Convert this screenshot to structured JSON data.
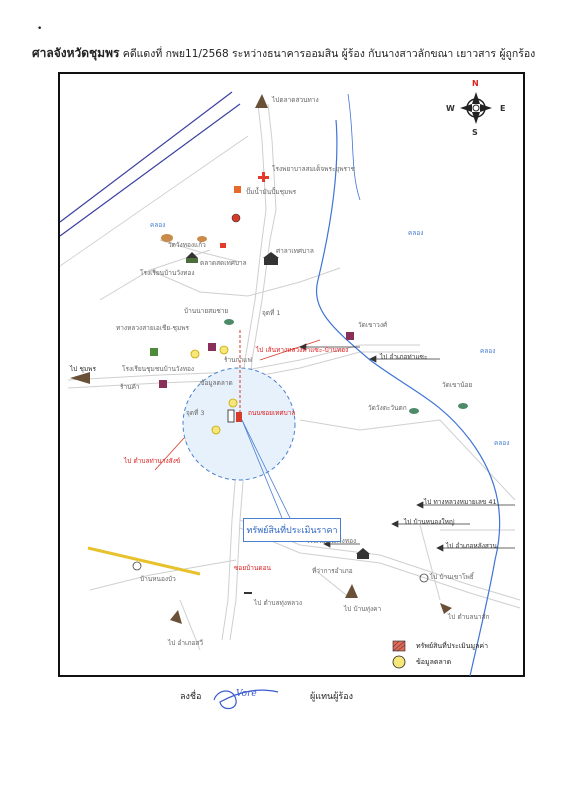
{
  "header": {
    "court": "ศาลจังหวัดชุมพร",
    "case": "คดีแดงที่ กพย11/2568 ระหว่างธนาคารออมสิน ผู้ร้อง กับนางสาวลักขณา เยาวสาร ผู้ถูกร้อง",
    "corner_mark": "•"
  },
  "compass": {
    "n": "N",
    "s": "S",
    "e": "E",
    "w": "W"
  },
  "map_labels": {
    "top_road": "ไปตลาดสวนทาง",
    "hospital": "โรงพยาบาลสมเด็จพระยุพราช",
    "fuel": "ปั๊มน้ำมันปั้มชุมพร",
    "temple_left": "วัดวังทองแก้ว",
    "school": "โรงเรียนบ้านวังทอง",
    "dark_mid": "ตลาดสดเทศบาล",
    "office": "ศาลาเทศบาล",
    "to_mid": "ไป เส้นทางหลวงท่าแซะ-บ้านทอง",
    "house_near": "บ้านนายสมชาย",
    "bank_road": "ทางหลวงสายเอเชีย-ชุมพร",
    "school2": "โรงเรียนชุมชนบ้านวังทอง",
    "left_road": "ไป ชุมพร",
    "cafe": "ร้านกาแฟ",
    "pt1": "จุดที่ 1",
    "pt2": "ข้อมูลตลาด",
    "pt3": "จุดที่ 3",
    "shop": "ร้านค้า",
    "red_road": "ถนนซอยเทศบาล",
    "river": "คลอง",
    "temple_right": "วัดเขาวงศ์",
    "temple_right2": "วัดวังตะวันตก",
    "east_road1": "ไป อำเภอท่าแซะ",
    "east_road2": "ไป ทางหลวงหมายเลข 41",
    "east_road3": "ไป บ้านหนองใหญ่",
    "east_road4": "ไป อำเภอหลังสวน",
    "temple_mid": "วัดเขาน้อย",
    "bottom_school": "โรงเรียนวัดวังทอง",
    "south_gov": "ที่ว่าการอำเภอ",
    "bottom_left": "บ้านหนองบัว",
    "red_label2": "ซอยบ้านดอน",
    "dist_left": "ไป ตำบลท่านางสังข์",
    "bottom_right1": "ไป บ้านทุ่งคา",
    "bottom_right2": "ไป ตำบลนาสัก",
    "bottom_mid": "ไป บ้านเขาโพธิ์",
    "bottom_center": "ไป ตำบลทุ่งหลวง",
    "bottom_south": "ไป อำเภอสวี",
    "water1": "คลอง",
    "water2": "คลอง",
    "water3": "คลอง"
  },
  "asset_box": "ทรัพย์สินที่ประเมินราคา",
  "legend": [
    {
      "label": "ทรัพย์สินที่ประเมินมูลค่า"
    },
    {
      "label": "ข้อมูลตลาด"
    }
  ],
  "signature": {
    "sign_label": "ลงชื่อ",
    "sign_text": "Vore",
    "role": "ผู้แทนผู้ร้อง"
  },
  "colors": {
    "river": "#3f74d6",
    "radius": "#4a7fd0",
    "radius_fill": "#e7f1fb",
    "red_line": "#d63a2a",
    "yellow_road": "#e8c22c",
    "road": "#c9c9c9",
    "arrow": "#6b5038"
  }
}
